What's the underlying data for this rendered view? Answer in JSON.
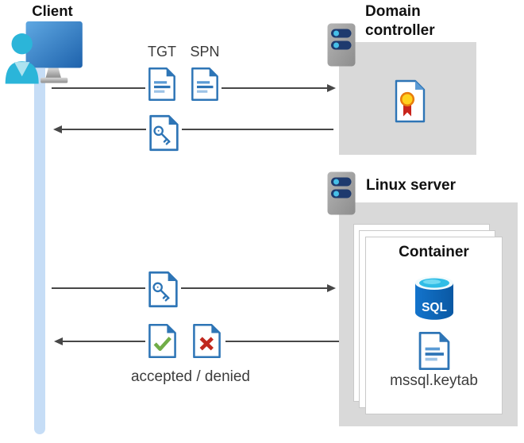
{
  "client": {
    "label": "Client"
  },
  "domain_controller": {
    "label": "Domain controller"
  },
  "linux_server": {
    "label": "Linux server"
  },
  "container": {
    "label": "Container",
    "sql_icon_label": "SQL",
    "keytab_label": "mssql.keytab"
  },
  "flows": {
    "request_tickets": {
      "tgt_label": "TGT",
      "spn_label": "SPN"
    },
    "response_label": "accepted / denied"
  },
  "colors": {
    "doc_blue": "#2e75b6",
    "doc_blue_mid": "#5b9bd5",
    "doc_blue_light": "#9dc3e6",
    "accept_green": "#70ad47",
    "deny_red": "#c0281e",
    "arrow_gray": "#474747",
    "box_gray": "#d9d9d9",
    "lifeline_blue": "#c6ddf6",
    "sql_blue": "#0f6bb8",
    "server_bar_navy": "#1e3a6e",
    "server_dot_cyan": "#47bfe8",
    "person_cyan": "#2bb5d9"
  }
}
